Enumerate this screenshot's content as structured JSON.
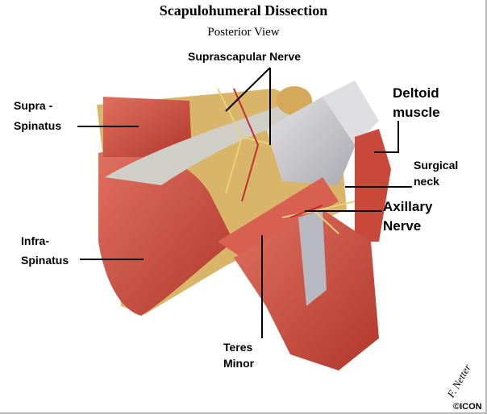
{
  "title": "Scapulohumeral Dissection",
  "subtitle": "Posterior View",
  "labels": {
    "suprascapular_nerve": "Suprascapular Nerve",
    "supraspinatus_1": "Supra -",
    "supraspinatus_2": "Spinatus",
    "deltoid_1": "Deltoid",
    "deltoid_2": "muscle",
    "surgical_neck_1": "Surgical",
    "surgical_neck_2": "neck",
    "axillary_1": "Axillary",
    "axillary_2": "Nerve",
    "infraspinatus_1": "Infra-",
    "infraspinatus_2": "Spinatus",
    "teres_1": "Teres",
    "teres_2": "Minor"
  },
  "signature": "F. Netter",
  "logo": "©ICON",
  "colors": {
    "muscle": "#c8483a",
    "bone": "#d9b56a",
    "tendon": "#c9c9c9",
    "nerve": "#e8d27a"
  }
}
